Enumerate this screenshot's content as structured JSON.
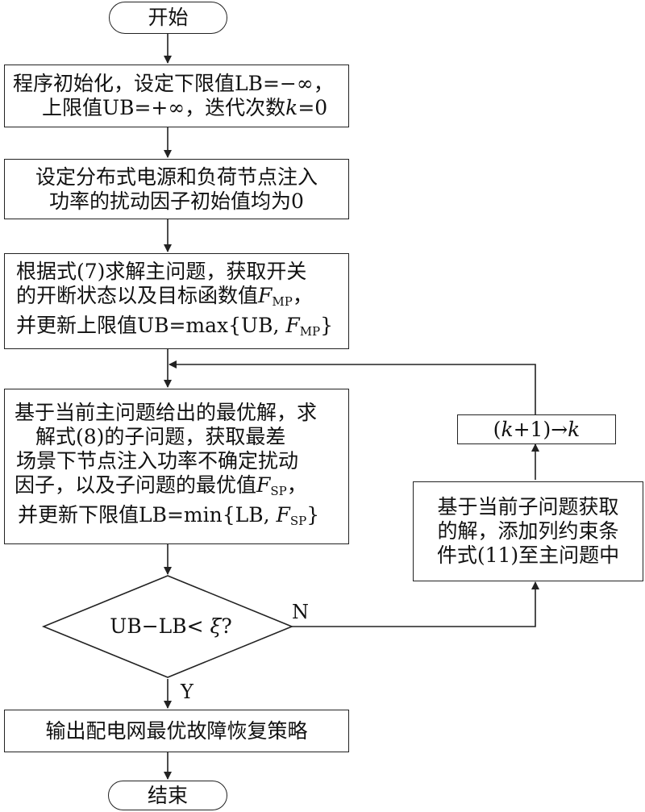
{
  "start": "开始",
  "init": {
    "line1_a": "程序初始化，设定下限值LB=−∞，",
    "line2_a": "上限值UB=+∞，迭代次数",
    "line2_k": "k",
    "line2_b": "=0"
  },
  "setfactor": {
    "line1": "设定分布式电源和负荷节点注入",
    "line2": "功率的扰动因子初始值均为0"
  },
  "master": {
    "line1": "根据式(7)求解主问题，获取开关",
    "line2_a": "的开断状态以及目标函数值",
    "line2_F": "F",
    "line2_sub": "MP",
    "line2_b": "，",
    "line3_a": "并更新上限值UB=max{UB, ",
    "line3_F": "F",
    "line3_sub": "MP",
    "line3_b": "}"
  },
  "sub": {
    "line1": "基于当前主问题给出的最优解，求",
    "line2": "解式(8)的子问题，获取最差",
    "line3": "场景下节点注入功率不确定扰动",
    "line4_a": "因子，以及子问题的最优值",
    "line4_F": "F",
    "line4_sub": "SP",
    "line4_b": "，",
    "line5_a": "并更新下限值LB=min{LB, ",
    "line5_F": "F",
    "line5_sub": "SP",
    "line5_b": "}"
  },
  "decision": {
    "text_a": "UB−LB< ",
    "text_xi": "ξ",
    "text_b": "?"
  },
  "branch_no": "N",
  "branch_yes": "Y",
  "increment": {
    "a": "(",
    "k1": "k",
    "b": "+1)→",
    "k2": "k"
  },
  "addcut": {
    "line1": "基于当前子问题获取",
    "line2": "的解，添加列约束条",
    "line3": "件式(11)至主问题中"
  },
  "output": "输出配电网最优故障恢复策略",
  "end": "结束"
}
